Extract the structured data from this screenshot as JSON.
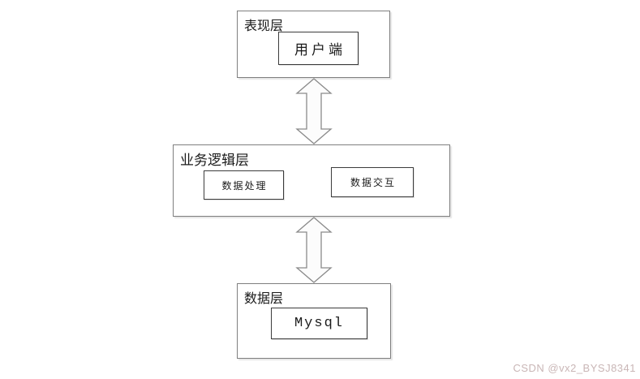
{
  "diagram": {
    "layers": [
      {
        "id": "presentation",
        "title": "表现层",
        "children": [
          {
            "label": "用户端"
          }
        ]
      },
      {
        "id": "business",
        "title": "业务逻辑层",
        "children": [
          {
            "label": "数据处理"
          },
          {
            "label": "数据交互"
          }
        ]
      },
      {
        "id": "data",
        "title": "数据层",
        "children": [
          {
            "label": "Mysql"
          }
        ]
      }
    ],
    "connectors": [
      {
        "from": "presentation",
        "to": "business",
        "type": "double-headed-vertical-arrow"
      },
      {
        "from": "business",
        "to": "data",
        "type": "double-headed-vertical-arrow"
      }
    ],
    "colors": {
      "text": "#1a1a1a",
      "outer_border": "#7f7f7f",
      "inner_border": "#3c3c3c",
      "arrow_fill": "#fcfcfc",
      "arrow_stroke": "#8a8a8a",
      "watermark": "#c9b6b6",
      "background": "#ffffff"
    }
  },
  "watermark": {
    "text": "CSDN @vx2_BYSJ8341"
  }
}
